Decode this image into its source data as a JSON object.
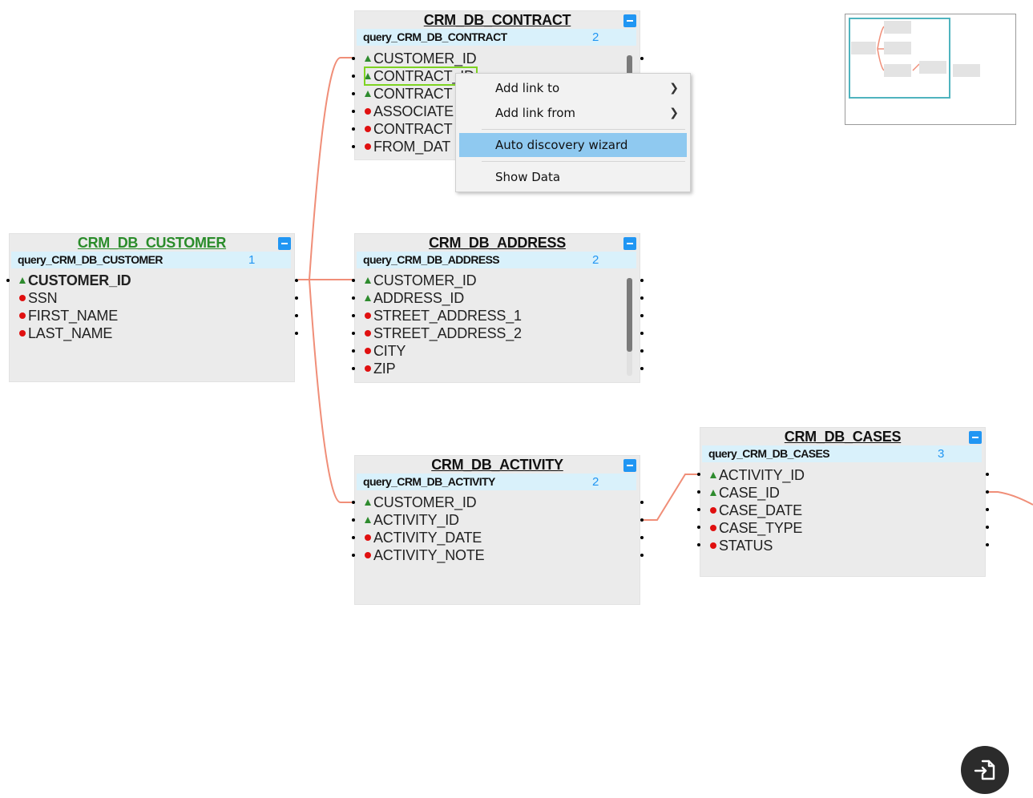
{
  "tables": {
    "customer": {
      "title": "CRM_DB_CUSTOMER",
      "query": "query_CRM_DB_CUSTOMER",
      "query_num": "1",
      "fields": [
        "CUSTOMER_ID",
        "SSN",
        "FIRST_NAME",
        "LAST_NAME"
      ]
    },
    "contract": {
      "title": "CRM_DB_CONTRACT",
      "query": "query_CRM_DB_CONTRACT",
      "query_num": "2",
      "fields": [
        "CUSTOMER_ID",
        "CONTRACT_ID",
        "CONTRACT",
        "ASSOCIATE",
        "CONTRACT",
        "FROM_DAT"
      ]
    },
    "address": {
      "title": "CRM_DB_ADDRESS",
      "query": "query_CRM_DB_ADDRESS",
      "query_num": "2",
      "fields": [
        "CUSTOMER_ID",
        "ADDRESS_ID",
        "STREET_ADDRESS_1",
        "STREET_ADDRESS_2",
        "CITY",
        "ZIP"
      ]
    },
    "activity": {
      "title": "CRM_DB_ACTIVITY",
      "query": "query_CRM_DB_ACTIVITY",
      "query_num": "2",
      "fields": [
        "CUSTOMER_ID",
        "ACTIVITY_ID",
        "ACTIVITY_DATE",
        "ACTIVITY_NOTE"
      ]
    },
    "cases": {
      "title": "CRM_DB_CASES",
      "query": "query_CRM_DB_CASES",
      "query_num": "3",
      "fields": [
        "ACTIVITY_ID",
        "CASE_ID",
        "CASE_DATE",
        "CASE_TYPE",
        "STATUS"
      ]
    }
  },
  "context_menu": {
    "items": [
      "Add link to",
      "Add link from",
      "Auto discovery wizard",
      "Show Data"
    ],
    "highlighted": "Auto discovery wizard"
  },
  "colors": {
    "link": "#f08e78",
    "primary_key": "#2e8b2e",
    "non_key": "#e01010",
    "query_bar": "#d9f1fb",
    "accent": "#2196f3",
    "menu_highlight": "#8fc9f0"
  },
  "icons": {
    "collapse": "minus-square-icon",
    "submenu": "chevron-right-icon",
    "export": "export-icon"
  }
}
